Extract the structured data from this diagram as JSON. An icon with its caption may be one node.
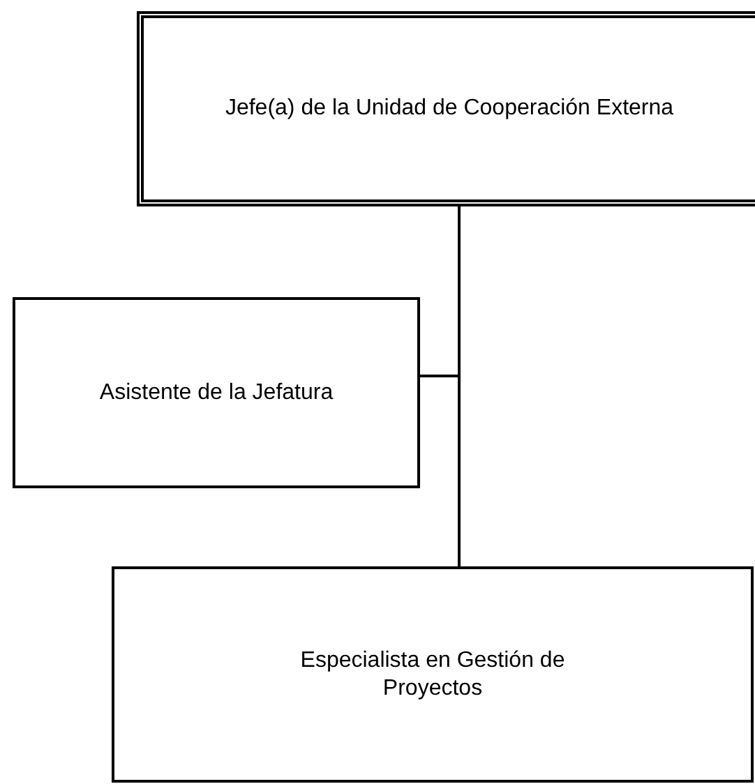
{
  "diagram": {
    "nodes": [
      {
        "text": [
          "Jefe(a) de la Unidad de Cooperación Externa"
        ]
      },
      {
        "text": [
          "Asistente de la Jefatura"
        ]
      },
      {
        "text": [
          "Especialista en Gestión de Proyectos"
        ]
      }
    ],
    "edges": [
      {
        "from": 0,
        "to": 1,
        "arrow": "none"
      },
      {
        "from": 0,
        "to": 2,
        "arrow": "none"
      }
    ]
  }
}
